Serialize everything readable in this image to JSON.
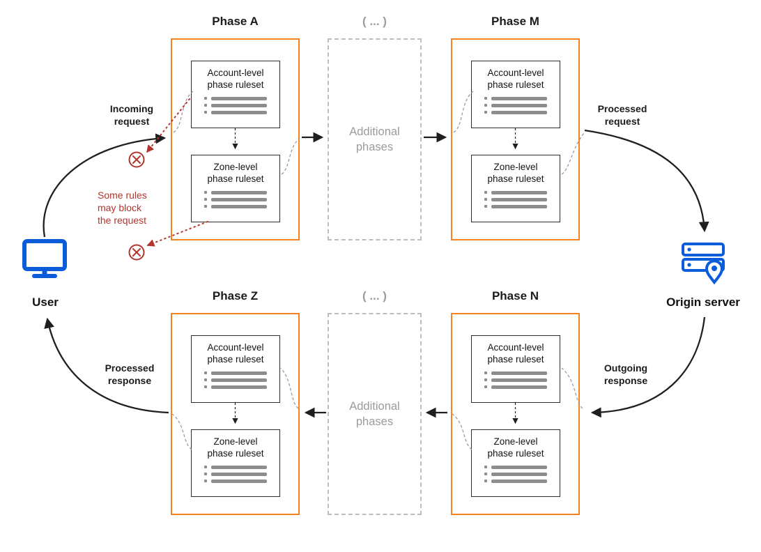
{
  "phases": {
    "a": {
      "title": "Phase A",
      "account": "Account-level\nphase ruleset",
      "zone": "Zone-level\nphase ruleset"
    },
    "m": {
      "title": "Phase M",
      "account": "Account-level\nphase ruleset",
      "zone": "Zone-level\nphase ruleset"
    },
    "z": {
      "title": "Phase Z",
      "account": "Account-level\nphase ruleset",
      "zone": "Zone-level\nphase ruleset"
    },
    "n": {
      "title": "Phase N",
      "account": "Account-level\nphase ruleset",
      "zone": "Zone-level\nphase ruleset"
    }
  },
  "additional_top": {
    "header": "( ... )",
    "label": "Additional\nphases"
  },
  "additional_bottom": {
    "header": "( ... )",
    "label": "Additional\nphases"
  },
  "endpoints": {
    "user": "User",
    "origin": "Origin server"
  },
  "flow_labels": {
    "incoming": "Incoming\nrequest",
    "processed_request": "Processed\nrequest",
    "outgoing": "Outgoing\nresponse",
    "processed_response": "Processed\nresponse"
  },
  "block_note": "Some rules\nmay block\nthe request",
  "colors": {
    "phase_border": "#F6821F",
    "endpoint_icon": "#0B5CDB",
    "block": "#B3352C",
    "muted": "#9B9B9B",
    "arrow": "#1F1F1F"
  }
}
